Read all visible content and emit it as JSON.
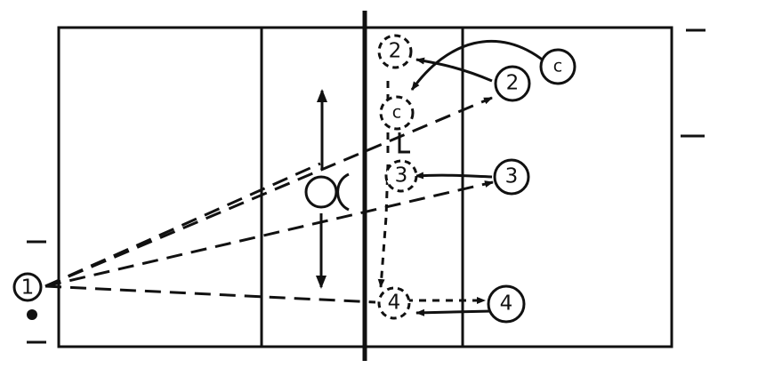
{
  "players": {
    "attacker_c": "c",
    "attacker_2": "2",
    "attacker_3": "3",
    "attacker_4": "4",
    "blocker_2": "2",
    "blocker_c": "c",
    "blocker_3": "3",
    "blocker_4": "4",
    "server_1": "1"
  },
  "colors": {
    "ink": "#111111",
    "background": "#ffffff"
  },
  "icons": {
    "ball": "ball-icon",
    "block": "block-icon"
  }
}
